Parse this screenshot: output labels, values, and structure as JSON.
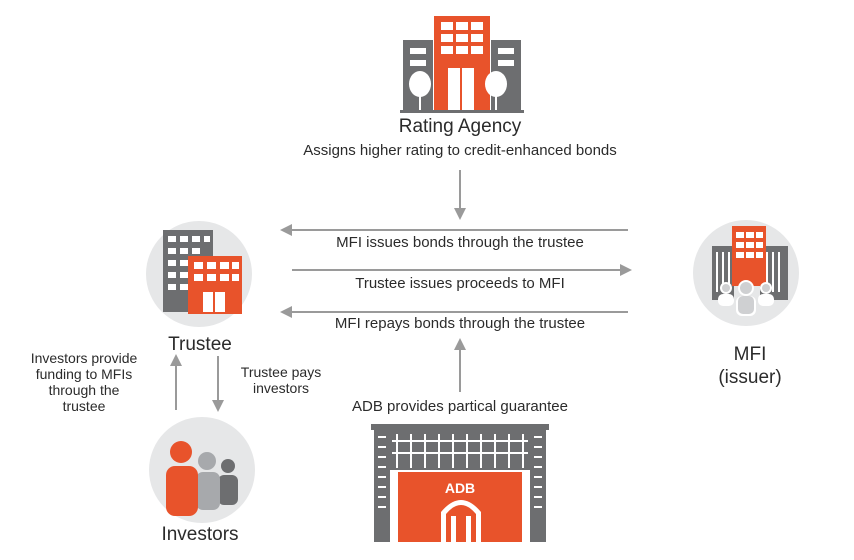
{
  "colors": {
    "accent": "#e8532b",
    "gray": "#6d6e70",
    "circle": "#e6e7e8",
    "arrow": "#9a9a9a",
    "text": "#2b2b2b"
  },
  "nodes": {
    "rating_agency": {
      "title": "Rating Agency",
      "subtitle": "Assigns higher rating to credit-enhanced bonds",
      "icon": "building-icon"
    },
    "trustee": {
      "title": "Trustee",
      "icon": "building-icon"
    },
    "mfi": {
      "title_line1": "MFI",
      "title_line2": "(issuer)",
      "icon": "building-people-icon"
    },
    "investors": {
      "title": "Investors",
      "icon": "people-icon"
    },
    "adb": {
      "sign": "ADB",
      "icon": "bank-building-icon"
    }
  },
  "flows": {
    "mfi_issues": "MFI issues bonds through the trustee",
    "trustee_proceeds": "Trustee issues proceeds to MFI",
    "mfi_repays": "MFI repays bonds through the trustee",
    "investors_fund": [
      "Investors provide",
      "funding to MFIs",
      "through the",
      "trustee"
    ],
    "trustee_pays": [
      "Trustee pays",
      "investors"
    ],
    "adb_guarantee": "ADB provides partical guarantee"
  }
}
